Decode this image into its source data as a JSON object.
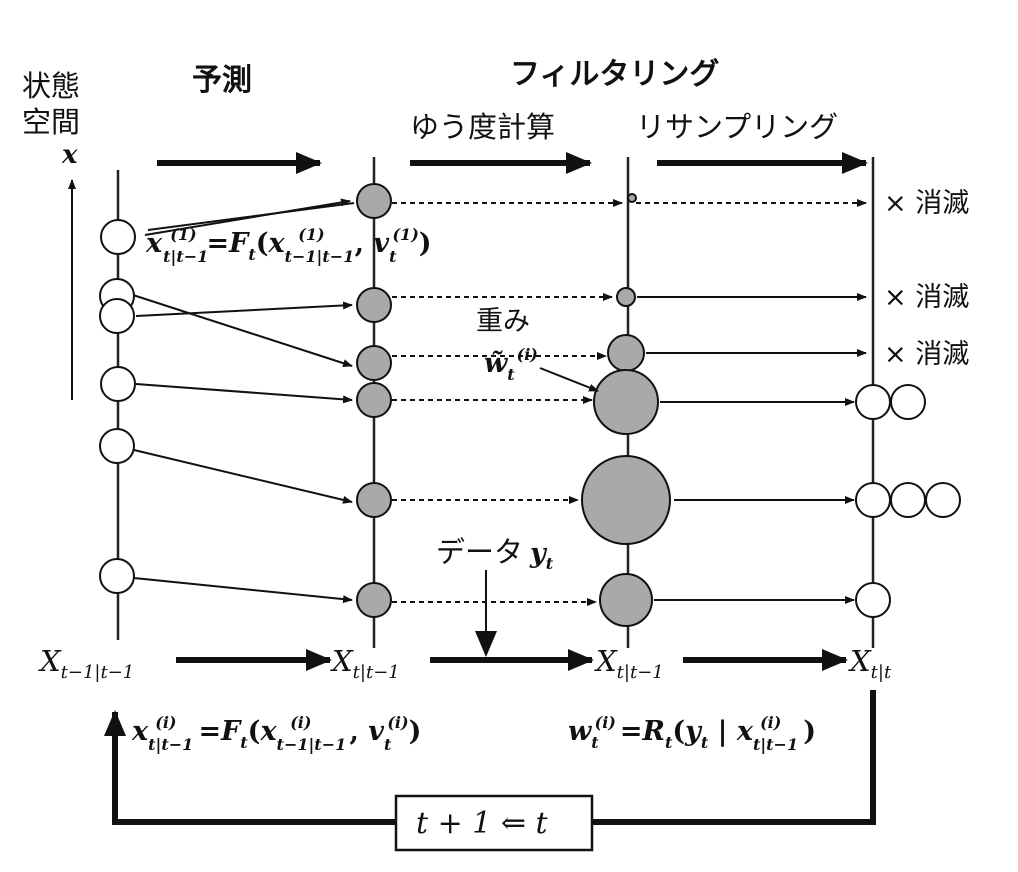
{
  "labels": {
    "state_space_line1": "状態",
    "state_space_line2": "空間",
    "x_axis_var": "x",
    "prediction": "予測",
    "filtering": "フィルタリング",
    "likelihood": "ゆう度計算",
    "resampling": "リサンプリング",
    "weight": "重み",
    "data": "データ",
    "vanish": "× 消滅"
  },
  "equations": {
    "top_particle_eq": "x(1)t|t−1 = Ft(x(1)t−1|t−1, v(1)t)",
    "weight_symbol": "w̃(i)t",
    "data_symbol": "yt",
    "bottom_transition": "x(i)t|t−1 = Ft(x(i)t−1|t−1, v(i)t)",
    "bottom_likelihood": "w(i)t = Rt(yt | x(i)t|t−1)",
    "loop_box": "t + 1 ⇐ t"
  },
  "stage_labels": [
    "X t−1|t−1",
    "X t|t−1",
    "X t|t−1",
    "X t|t"
  ],
  "colors": {
    "particle_fill": "#a9a9a9",
    "line": "#111111",
    "background": "#ffffff"
  }
}
